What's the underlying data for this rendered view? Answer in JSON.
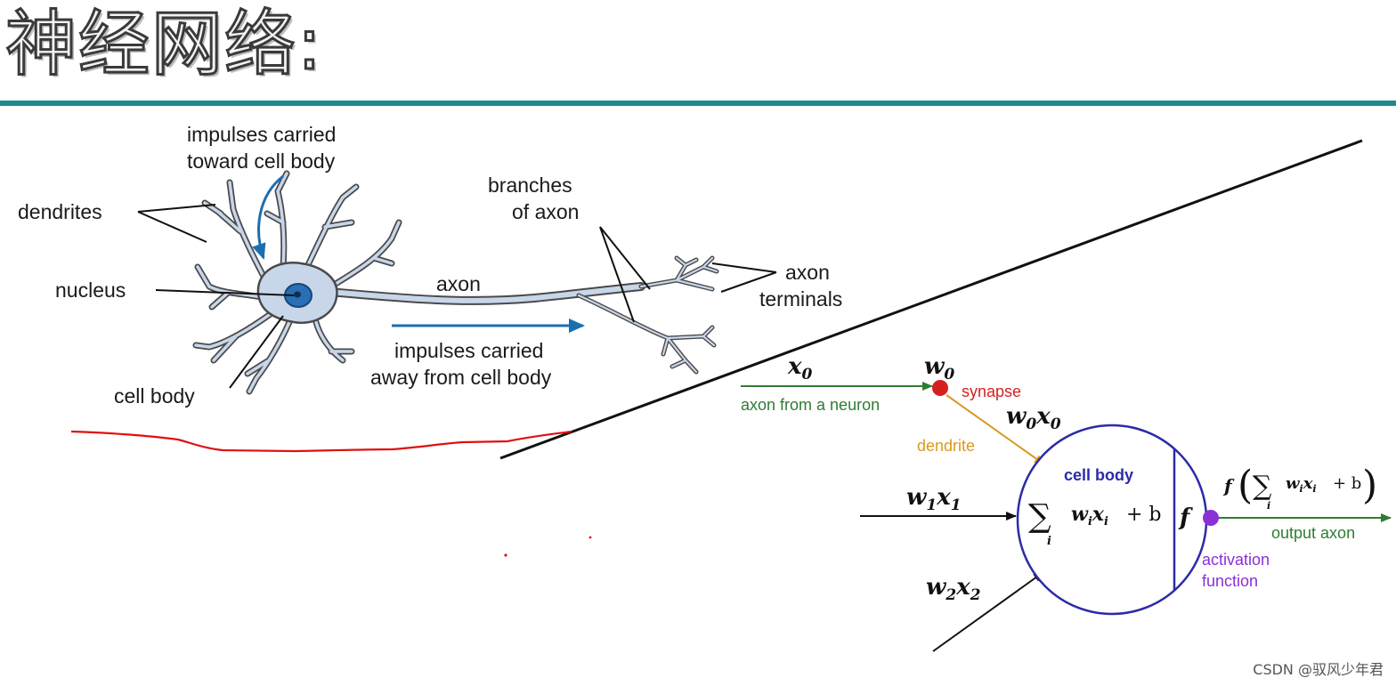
{
  "page": {
    "title": "神经网络:",
    "watermark": "CSDN @驭风少年君"
  },
  "neuron": {
    "impulses_toward_line1": "impulses carried",
    "impulses_toward_line2": "toward cell body",
    "dendrites": "dendrites",
    "nucleus": "nucleus",
    "cell_body": "cell body",
    "axon": "axon",
    "branches_line1": "branches",
    "branches_line2": "of axon",
    "axon_terminals_line1": "axon",
    "axon_terminals_line2": "terminals",
    "impulses_away_line1": "impulses carried",
    "impulses_away_line2": "away from cell body"
  },
  "model": {
    "x0": "x",
    "x0_sub": "0",
    "w0": "w",
    "w0_sub": "0",
    "synapse": "synapse",
    "axon_from_neuron": "axon from a neuron",
    "w0x0_w": "w",
    "w0x0_wsub": "0",
    "w0x0_x": "x",
    "w0x0_xsub": "0",
    "dendrite": "dendrite",
    "cell_body": "cell body",
    "w1x1_w": "w",
    "w1x1_wsub": "1",
    "w1x1_x": "x",
    "w1x1_xsub": "1",
    "w2x2_w": "w",
    "w2x2_wsub": "2",
    "w2x2_x": "x",
    "w2x2_xsub": "2",
    "sum_symbol": "∑",
    "sum_index": "i",
    "sum_term_w": "w",
    "sum_term_wsub": "i",
    "sum_term_x": "x",
    "sum_term_xsub": "i",
    "sum_plus_b": "+ b",
    "f_symbol": "f",
    "output_f": "f",
    "output_open": "(",
    "output_close": ")",
    "output_axon": "output axon",
    "activation_line1": "activation",
    "activation_line2": "function"
  },
  "colors": {
    "teal_rule": "#1f8a8e",
    "neuron_fill": "#c8d6ea",
    "neuron_outline": "#4a4a4a",
    "nucleus": "#2a6eb5",
    "arrow_blue": "#1a6faf",
    "green": "#2e7d32",
    "red": "#d62020",
    "orange": "#d99a1e",
    "blue_cell": "#2b2ba8",
    "purple": "#8b2fd6",
    "red_annotation": "#e01010"
  }
}
